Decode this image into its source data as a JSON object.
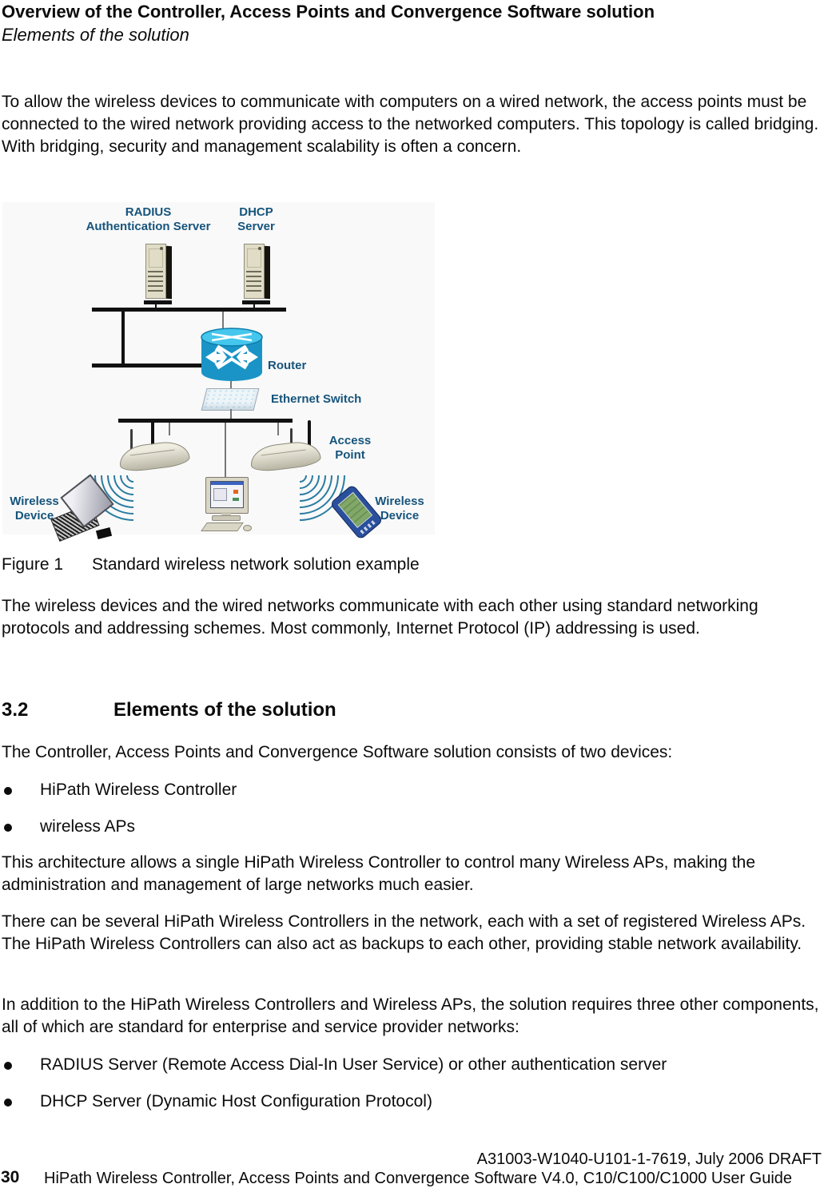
{
  "header": {
    "title": "Overview of the Controller, Access Points and Convergence Software solution",
    "subtitle": "Elements of the solution"
  },
  "body": {
    "intro": "To allow the wireless devices to communicate with computers on a wired network, the access points must be connected to the wired network providing access to the networked computers. This topology is called bridging. With bridging, security and management scalability is often a concern.",
    "figure_caption": {
      "label": "Figure 1",
      "text": "Standard wireless network solution example"
    },
    "after_figure": "The wireless devices and the wired networks communicate with each other using standard networking protocols and addressing schemes. Most commonly, Internet Protocol (IP) addressing is used.",
    "section": {
      "number": "3.2",
      "title": "Elements of the solution"
    },
    "section_lead": "The Controller, Access Points and Convergence Software solution consists of two devices:",
    "device_bullets": [
      "HiPath Wireless Controller",
      "wireless APs"
    ],
    "arch_paragraph": "This architecture allows a single HiPath Wireless Controller to control many Wireless APs, making the administration and management of large networks much easier.",
    "controllers_paragraph": "There can be several HiPath Wireless Controllers in the network, each with a set of registered Wireless APs. The HiPath Wireless Controllers can also act as backups to each other, providing stable network availability.",
    "addition_paragraph": "In addition to the HiPath Wireless Controllers and Wireless APs, the solution requires three other components, all of which are standard for enterprise and service provider networks:",
    "component_bullets": [
      "RADIUS Server (Remote Access Dial-In User Service) or other authentication server",
      "DHCP Server (Dynamic Host Configuration Protocol)"
    ]
  },
  "diagram": {
    "labels": {
      "radius_server": "RADIUS\nAuthentication Server",
      "dhcp_server": "DHCP\nServer",
      "router": "Router",
      "ethernet_switch": "Ethernet Switch",
      "access_point": "Access\nPoint",
      "wireless_device_left": "Wireless\nDevice",
      "wireless_device_right": "Wireless\nDevice"
    },
    "label_color": "#16547c"
  },
  "footer": {
    "doc_number": "A31003-W1040-U101-1-7619, July 2006 DRAFT",
    "page_number": "30",
    "doc_title": "HiPath Wireless Controller, Access Points and Convergence Software V4.0, C10/C100/C1000 User Guide"
  }
}
